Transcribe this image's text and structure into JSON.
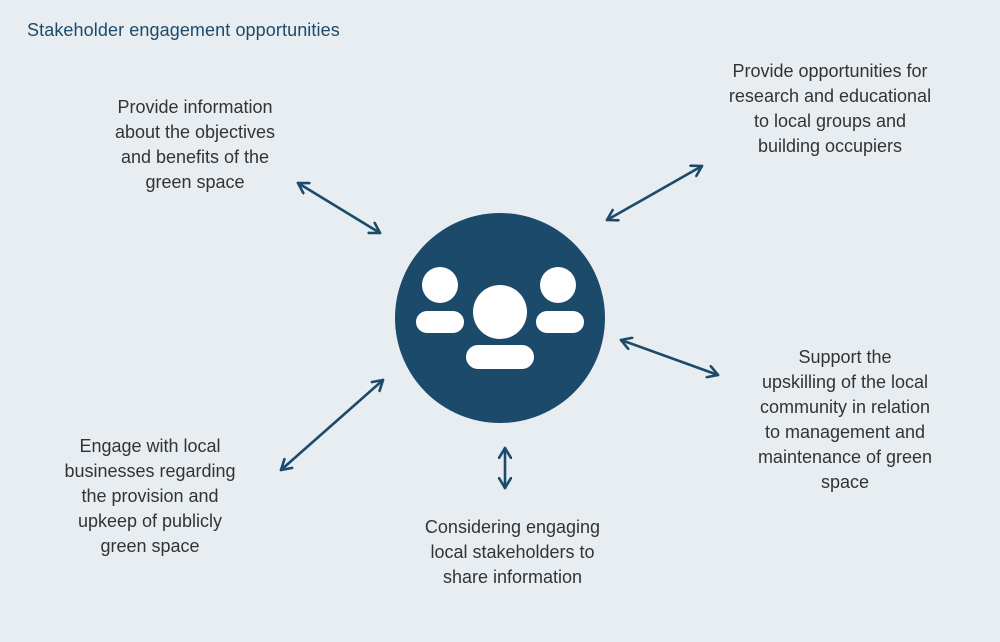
{
  "title": "Stakeholder engagement opportunities",
  "colors": {
    "background": "#e7edf1",
    "circle": "#1c4a6b",
    "arrow": "#1c4a6b",
    "icon": "#ffffff",
    "text": "#333333"
  },
  "center_icon": "people-group-icon",
  "nodes": {
    "top_left": [
      "Provide information",
      "about the objectives",
      "and benefits of the",
      "green space"
    ],
    "top_right": [
      "Provide opportunities for",
      "research and educational",
      "to local groups and",
      "building occupiers"
    ],
    "right": [
      "Support the",
      "upskilling of the local",
      "community in relation",
      "to management and",
      "maintenance of green",
      "space"
    ],
    "bottom_left": [
      "Engage with local",
      "businesses regarding",
      "the provision and",
      "upkeep of publicly",
      "green space"
    ],
    "bottom": [
      "Considering engaging",
      "local stakeholders to",
      "share information"
    ]
  }
}
